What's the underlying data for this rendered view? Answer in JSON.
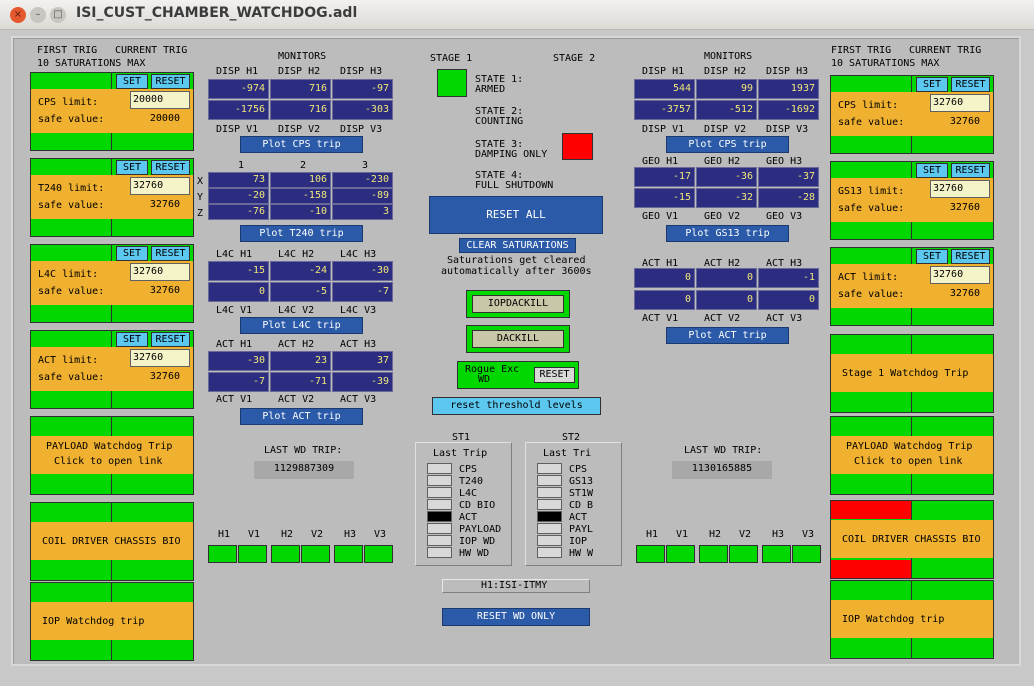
{
  "window": {
    "title": "ISI_CUST_CHAMBER_WATCHDOG.adl",
    "close": "×",
    "min": "–",
    "max": "□"
  },
  "left_hdr": {
    "first": "FIRST TRIG",
    "current": "CURRENT TRIG",
    "sub": "10 SATURATIONS MAX"
  },
  "right_hdr": {
    "first": "FIRST TRIG",
    "current": "CURRENT TRIG",
    "sub": "10 SATURATIONS MAX"
  },
  "set": "SET",
  "reset": "RESET",
  "left_limits": [
    {
      "label": "CPS limit:",
      "value": "20000",
      "safe_label": "safe value:",
      "safe": "20000"
    },
    {
      "label": "T240 limit:",
      "value": "32760",
      "safe_label": "safe value:",
      "safe": "32760"
    },
    {
      "label": "L4C limit:",
      "value": "32760",
      "safe_label": "safe value:",
      "safe": "32760"
    },
    {
      "label": "ACT limit:",
      "value": "32760",
      "safe_label": "safe value:",
      "safe": "32760"
    }
  ],
  "right_limits": [
    {
      "label": "CPS limit:",
      "value": "32760",
      "safe_label": "safe value:",
      "safe": "32760"
    },
    {
      "label": "GS13 limit:",
      "value": "32760",
      "safe_label": "safe value:",
      "safe": "32760"
    },
    {
      "label": "ACT limit:",
      "value": "32760",
      "safe_label": "safe value:",
      "safe": "32760"
    }
  ],
  "left_links": {
    "payload1": "PAYLOAD Watchdog Trip",
    "payload2": "Click to open link",
    "coil": "COIL DRIVER CHASSIS BIO",
    "iop": "IOP Watchdog trip"
  },
  "right_links": {
    "stage1": "Stage 1 Watchdog Trip",
    "payload1": "PAYLOAD Watchdog Trip",
    "payload2": "Click to open link",
    "coil": "COIL DRIVER CHASSIS BIO",
    "iop": "IOP Watchdog trip"
  },
  "mon1": {
    "title": "MONITORS",
    "disp_h": [
      "DISP H1",
      "DISP H2",
      "DISP H3"
    ],
    "row1": [
      "-974",
      "716",
      "-97"
    ],
    "row2": [
      "-1756",
      "716",
      "-303"
    ],
    "disp_v": [
      "DISP V1",
      "DISP V2",
      "DISP V3"
    ],
    "plot_cps": "Plot CPS trip",
    "cols": [
      "1",
      "2",
      "3"
    ],
    "rows": [
      "X",
      "Y",
      "Z"
    ],
    "t240": [
      [
        "73",
        "106",
        "-230"
      ],
      [
        "-20",
        "-158",
        "-89"
      ],
      [
        "-76",
        "-10",
        "3"
      ]
    ],
    "plot_t240": "Plot T240 trip",
    "l4c_h": [
      "L4C H1",
      "L4C H2",
      "L4C H3"
    ],
    "l4c_r1": [
      "-15",
      "-24",
      "-30"
    ],
    "l4c_r2": [
      "0",
      "-5",
      "-7"
    ],
    "l4c_v": [
      "L4C V1",
      "L4C V2",
      "L4C V3"
    ],
    "plot_l4c": "Plot L4C trip",
    "act_h": [
      "ACT H1",
      "ACT H2",
      "ACT H3"
    ],
    "act_r1": [
      "-30",
      "23",
      "37"
    ],
    "act_r2": [
      "-7",
      "-71",
      "-39"
    ],
    "act_v": [
      "ACT V1",
      "ACT V2",
      "ACT V3"
    ],
    "plot_act": "Plot ACT trip",
    "last_wd": "LAST WD TRIP:",
    "last_wd_val": "1129887309",
    "leds": [
      "H1",
      "V1",
      "H2",
      "V2",
      "H3",
      "V3"
    ]
  },
  "mon2": {
    "title": "MONITORS",
    "disp_h": [
      "DISP H1",
      "DISP H2",
      "DISP H3"
    ],
    "row1": [
      "544",
      "99",
      "1937"
    ],
    "row2": [
      "-3757",
      "-512",
      "-1692"
    ],
    "disp_v": [
      "DISP V1",
      "DISP V2",
      "DISP V3"
    ],
    "plot_cps": "Plot CPS trip",
    "geo_h": [
      "GEO H1",
      "GEO H2",
      "GEO H3"
    ],
    "geo_r1": [
      "-17",
      "-36",
      "-37"
    ],
    "geo_r2": [
      "-15",
      "-32",
      "-28"
    ],
    "geo_v": [
      "GEO V1",
      "GEO V2",
      "GEO V3"
    ],
    "plot_gs13": "Plot GS13 trip",
    "act_h": [
      "ACT H1",
      "ACT H2",
      "ACT H3"
    ],
    "act_r1": [
      "0",
      "0",
      "-1"
    ],
    "act_r2": [
      "0",
      "0",
      "0"
    ],
    "act_v": [
      "ACT V1",
      "ACT V2",
      "ACT V3"
    ],
    "plot_act": "Plot ACT trip",
    "last_wd": "LAST WD TRIP:",
    "last_wd_val": "1130165885",
    "leds": [
      "H1",
      "V1",
      "H2",
      "V2",
      "H3",
      "V3"
    ]
  },
  "center": {
    "stage1": "STAGE 1",
    "stage2": "STAGE 2",
    "s1a": "STATE 1:",
    "s1b": "ARMED",
    "s2a": "STATE 2:",
    "s2b": "COUNTING",
    "s3a": "STATE 3:",
    "s3b": "DAMPING ONLY",
    "s4a": "STATE 4:",
    "s4b": "FULL SHUTDOWN",
    "reset_all": "RESET ALL",
    "clear_sat": "CLEAR SATURATIONS",
    "sat1": "Saturations get cleared",
    "sat2": "automatically after 3600s",
    "iopdackill": "IOPDACKILL",
    "dackill": "DACKILL",
    "rogue1": "Rogue Exc",
    "rogue2": "WD",
    "rogue_reset": "RESET",
    "reset_thresh": "reset threshold levels",
    "st1": "ST1",
    "st2": "ST2",
    "st1_last": "Last Trip",
    "st2_last": "Last Tri",
    "st1_items": [
      "CPS",
      "T240",
      "L4C",
      "CD BIO",
      "ACT",
      "PAYLOAD",
      "IOP WD",
      "HW WD"
    ],
    "st2_items": [
      "CPS",
      "GS13",
      "ST1W",
      "CD B",
      "ACT",
      "PAYL",
      "IOP",
      "HW W"
    ],
    "chamber": "H1:ISI-ITMY",
    "reset_wd": "RESET WD ONLY"
  },
  "colors": {
    "green": "#00d800",
    "red": "#ff0000",
    "orange": "#f0b030",
    "navy": "#2c2c80"
  }
}
